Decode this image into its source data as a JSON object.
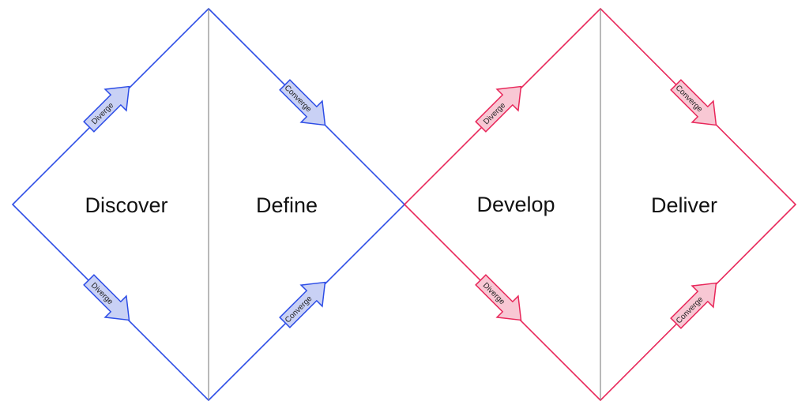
{
  "colors": {
    "blue": "#2d4de6",
    "blue_fill": "#c9d1f5",
    "red": "#e8275a",
    "red_fill": "#f8c8d4",
    "divider": "#8a8a8a",
    "text": "#111111"
  },
  "phases": {
    "discover": "Discover",
    "define": "Define",
    "develop": "Develop",
    "deliver": "Deliver"
  },
  "arrows": {
    "diverge": "Diverge",
    "converge": "Converge"
  }
}
